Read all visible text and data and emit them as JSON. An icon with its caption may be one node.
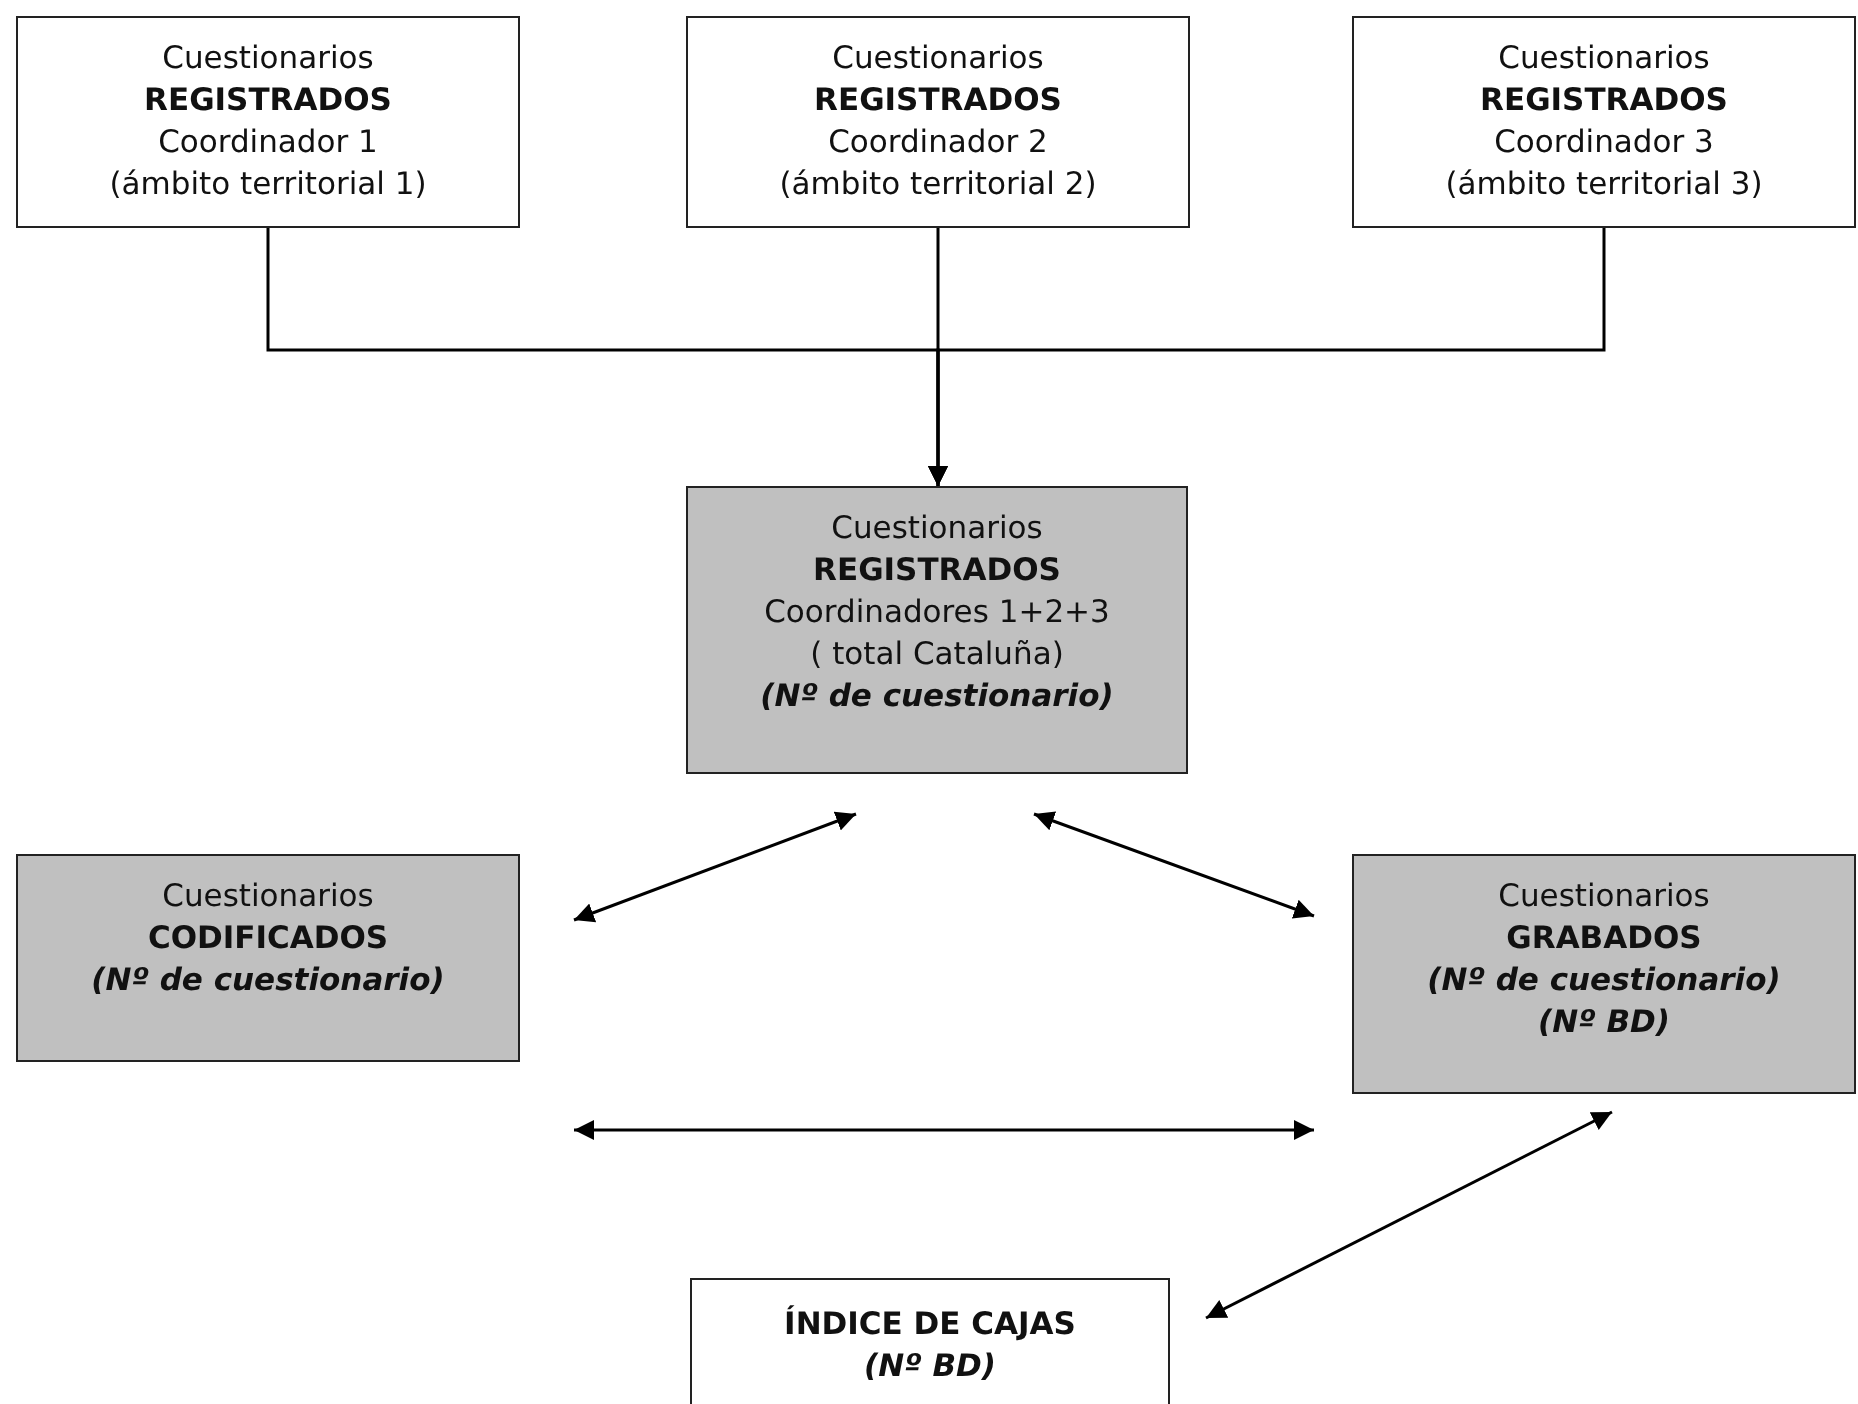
{
  "diagram": {
    "nodes": [
      {
        "text": [
          "Cuestionarios",
          "REGISTRADOS",
          "Coordinador 1",
          "(ámbito territorial 1)"
        ]
      },
      {
        "text": [
          "Cuestionarios",
          "REGISTRADOS",
          "Coordinador 2",
          "(ámbito territorial 2)"
        ]
      },
      {
        "text": [
          "Cuestionarios",
          "REGISTRADOS",
          "Coordinador 3",
          "(ámbito territorial 3)"
        ]
      },
      {
        "text": [
          "Cuestionarios",
          "REGISTRADOS",
          "Coordinadores 1+2+3",
          "( total Cataluña)",
          "(Nº de cuestionario)"
        ]
      },
      {
        "text": [
          "Cuestionarios",
          "CODIFICADOS",
          "(Nº de cuestionario)"
        ]
      },
      {
        "text": [
          "Cuestionarios",
          "GRABADOS",
          "(Nº de cuestionario)",
          "(Nº BD)"
        ]
      },
      {
        "text": [
          "ÍNDICE DE CAJAS",
          "(Nº BD)"
        ]
      }
    ],
    "edges": [
      {
        "from": 0,
        "to": 3,
        "arrow": "to"
      },
      {
        "from": 1,
        "to": 3,
        "arrow": "to"
      },
      {
        "from": 2,
        "to": 3,
        "arrow": "to"
      },
      {
        "from": 4,
        "to": 3,
        "arrow": "both"
      },
      {
        "from": 3,
        "to": 5,
        "arrow": "both"
      },
      {
        "from": 4,
        "to": 5,
        "arrow": "both"
      },
      {
        "from": 5,
        "to": 6,
        "arrow": "both"
      }
    ]
  }
}
